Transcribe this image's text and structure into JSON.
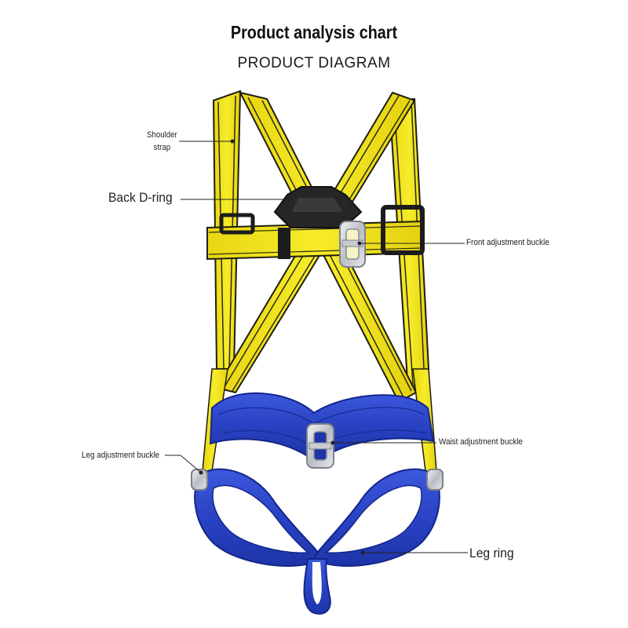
{
  "header": {
    "title": "Product analysis chart",
    "subtitle": "PRODUCT DIAGRAM"
  },
  "labels": {
    "shoulder_strap_line1": "Shoulder",
    "shoulder_strap_line2": "strap",
    "back_d_ring": "Back D-ring",
    "front_adjustment_buckle": "Front adjustment buckle",
    "waist_adjustment_buckle": "Waist adjustment buckle",
    "leg_adjustment_buckle": "Leg adjustment buckle",
    "leg_ring": "Leg ring"
  },
  "colors": {
    "strap_yellow": "#f3e51c",
    "strap_stripe": "#2a2a12",
    "belt_blue": "#2d46c8",
    "buckle_metal": "#c9ccd2",
    "hardware_black": "#1c1c1c"
  }
}
